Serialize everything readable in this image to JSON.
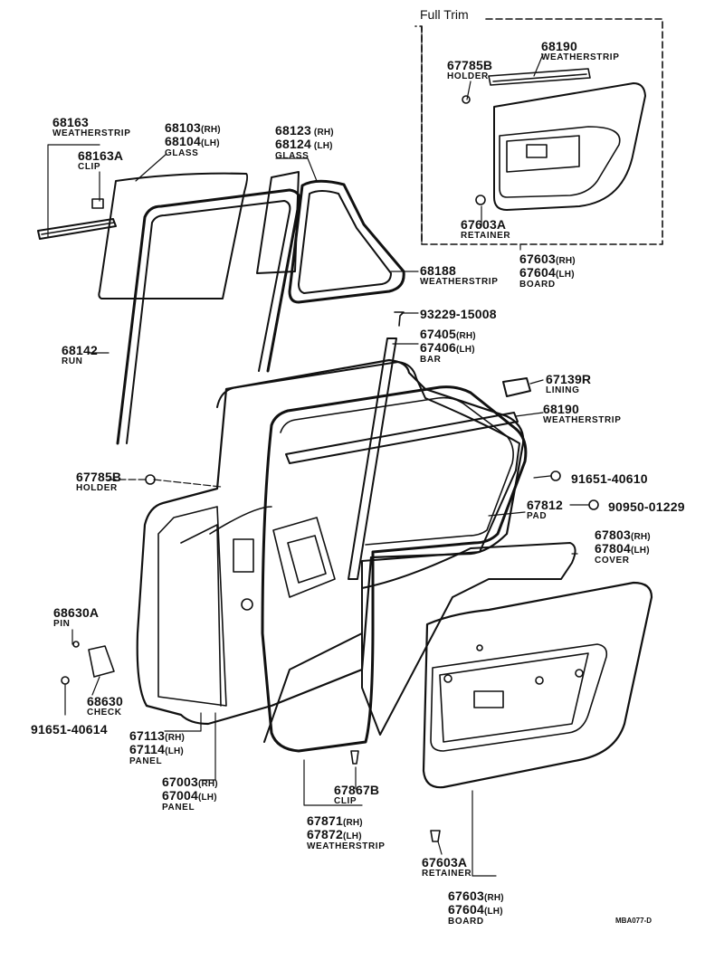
{
  "frame": {
    "title": "Full Trim"
  },
  "drawing_code": "MBA077-D",
  "callouts": {
    "weatherstrip_68163": {
      "number": "68163",
      "name": "WEATHERSTRIP"
    },
    "clip_68163A": {
      "number": "68163A",
      "name": "CLIP"
    },
    "glass_68103": {
      "number": "68103",
      "suffix": "(RH)",
      "number2": "68104",
      "suffix2": "(LH)",
      "name": "GLASS"
    },
    "glass_68123": {
      "number": "68123",
      "suffix": " (RH)",
      "number2": "68124",
      "suffix2": " (LH)",
      "name": "GLASS"
    },
    "holder_67785B_top": {
      "number": "67785B",
      "name": "HOLDER"
    },
    "weatherstrip_68190_top": {
      "number": "68190",
      "name": "WEATHERSTRIP"
    },
    "retainer_67603A_top": {
      "number": "67603A",
      "name": "RETAINER"
    },
    "board_67603_top": {
      "number": "67603",
      "suffix": "(RH)",
      "number2": "67604",
      "suffix2": "(LH)",
      "name": "BOARD"
    },
    "weatherstrip_68188": {
      "number": "68188",
      "name": "WEATHERSTRIP"
    },
    "screw_93229": {
      "number": "93229-15008"
    },
    "bar_67405": {
      "number": "67405",
      "suffix": "(RH)",
      "number2": "67406",
      "suffix2": "(LH)",
      "name": "BAR"
    },
    "run_68142": {
      "number": "68142",
      "name": "RUN"
    },
    "lining_67139R": {
      "number": "67139R",
      "name": "LINING"
    },
    "weatherstrip_68190": {
      "number": "68190",
      "name": "WEATHERSTRIP"
    },
    "holder_67785B": {
      "number": "67785B",
      "name": "HOLDER"
    },
    "bolt_91651_40610": {
      "number": "91651-40610"
    },
    "pad_67812": {
      "number": "67812",
      "name": "PAD"
    },
    "clip_90950": {
      "number": "90950-01229"
    },
    "cover_67803": {
      "number": "67803",
      "suffix": "(RH)",
      "number2": "67804",
      "suffix2": "(LH)",
      "name": "COVER"
    },
    "pin_68630A": {
      "number": "68630A",
      "name": "PIN"
    },
    "check_68630": {
      "number": "68630",
      "name": "CHECK"
    },
    "bolt_91651_40614": {
      "number": "91651-40614"
    },
    "panel_67113": {
      "number": "67113",
      "suffix": "(RH)",
      "number2": "67114",
      "suffix2": "(LH)",
      "name": "PANEL"
    },
    "panel_67003": {
      "number": "67003",
      "suffix": "(RH)",
      "number2": "67004",
      "suffix2": "(LH)",
      "name": "PANEL"
    },
    "clip_67867B": {
      "number": "67867B",
      "name": "CLIP"
    },
    "weatherstrip_67871": {
      "number": "67871",
      "suffix": "(RH)",
      "number2": "67872",
      "suffix2": "(LH)",
      "name": "WEATHERSTRIP"
    },
    "retainer_67603A": {
      "number": "67603A",
      "name": "RETAINER"
    },
    "board_67603": {
      "number": "67603",
      "suffix": "(RH)",
      "number2": "67604",
      "suffix2": "(LH)",
      "name": "BOARD"
    }
  }
}
